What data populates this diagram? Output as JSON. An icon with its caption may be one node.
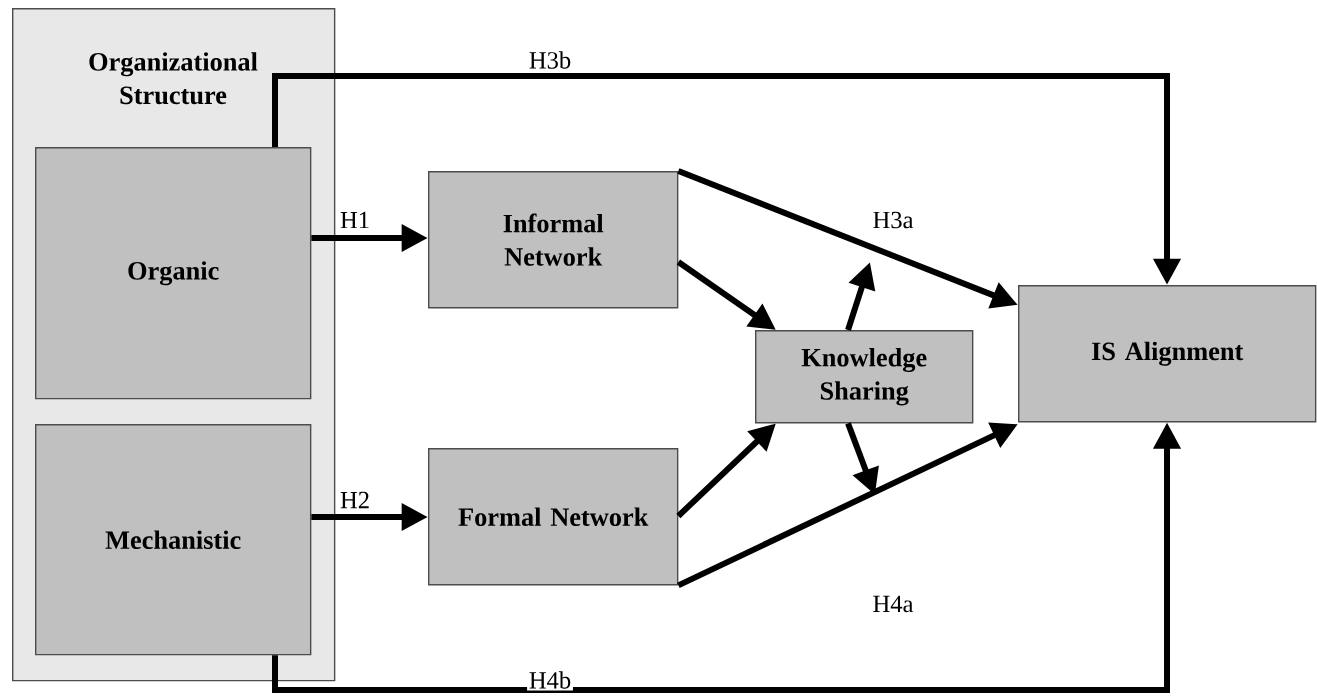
{
  "diagram": {
    "nodes": [
      {
        "text": [
          "Organizational Structure"
        ]
      },
      {
        "text": [
          "Organic"
        ],
        "in": 0
      },
      {
        "text": [
          "Mechanistic"
        ],
        "in": 0
      },
      {
        "text": [
          "Informal Network"
        ]
      },
      {
        "text": [
          "Formal Network"
        ]
      },
      {
        "text": [
          "Knowledge Sharing"
        ]
      },
      {
        "text": [
          "IS Alignment"
        ]
      }
    ],
    "edges": [
      {
        "from": 1,
        "to": 3,
        "arrow": "to",
        "label": "H1"
      },
      {
        "from": 2,
        "to": 4,
        "arrow": "to",
        "label": "H2"
      },
      {
        "from": 1,
        "to": 6,
        "arrow": "to",
        "label": "H3b"
      },
      {
        "from": 2,
        "to": 6,
        "arrow": "to",
        "label": "H4b"
      },
      {
        "from": 3,
        "to": 6,
        "arrow": "to",
        "label": "H3a"
      },
      {
        "from": 4,
        "to": 6,
        "arrow": "to",
        "label": "H4a"
      },
      {
        "from": 3,
        "to": 5,
        "arrow": "to"
      },
      {
        "from": 4,
        "to": 5,
        "arrow": "to"
      },
      {
        "from": 5,
        "to": null,
        "arrow": "to"
      },
      {
        "from": 5,
        "to": null,
        "arrow": "to"
      }
    ]
  }
}
